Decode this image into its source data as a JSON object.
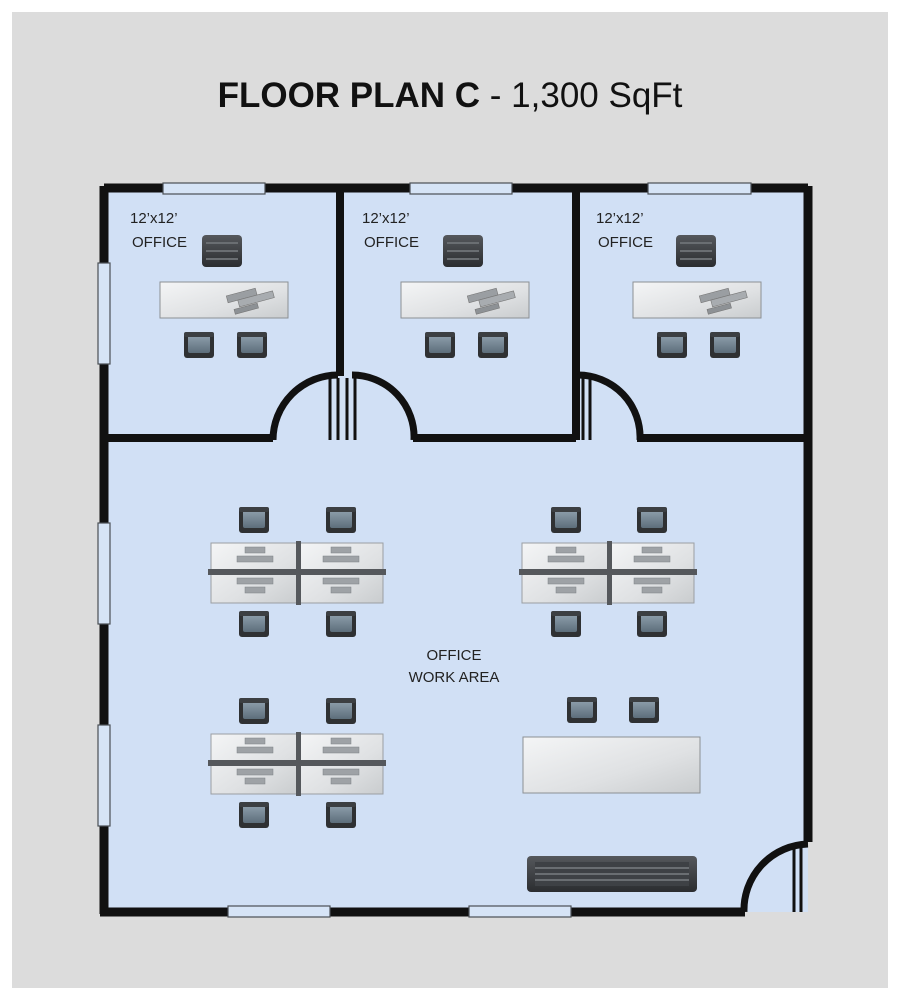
{
  "title": {
    "bold": "FLOOR PLAN C",
    "rest": " - 1,300 SqFt"
  },
  "offices": [
    {
      "size": "12’x12’",
      "label": "OFFICE"
    },
    {
      "size": "12’x12’",
      "label": "OFFICE"
    },
    {
      "size": "12’x12’",
      "label": "OFFICE"
    }
  ],
  "work_area": {
    "line1": "OFFICE",
    "line2": "WORK AREA"
  },
  "colors": {
    "floor": "#d1e0f5",
    "wall": "#111111",
    "window": "#d6e4f6",
    "background": "#dcdcdc",
    "desk": "#e4e6e8",
    "chair": "#6f8290",
    "sofa": "#3a3d40"
  }
}
